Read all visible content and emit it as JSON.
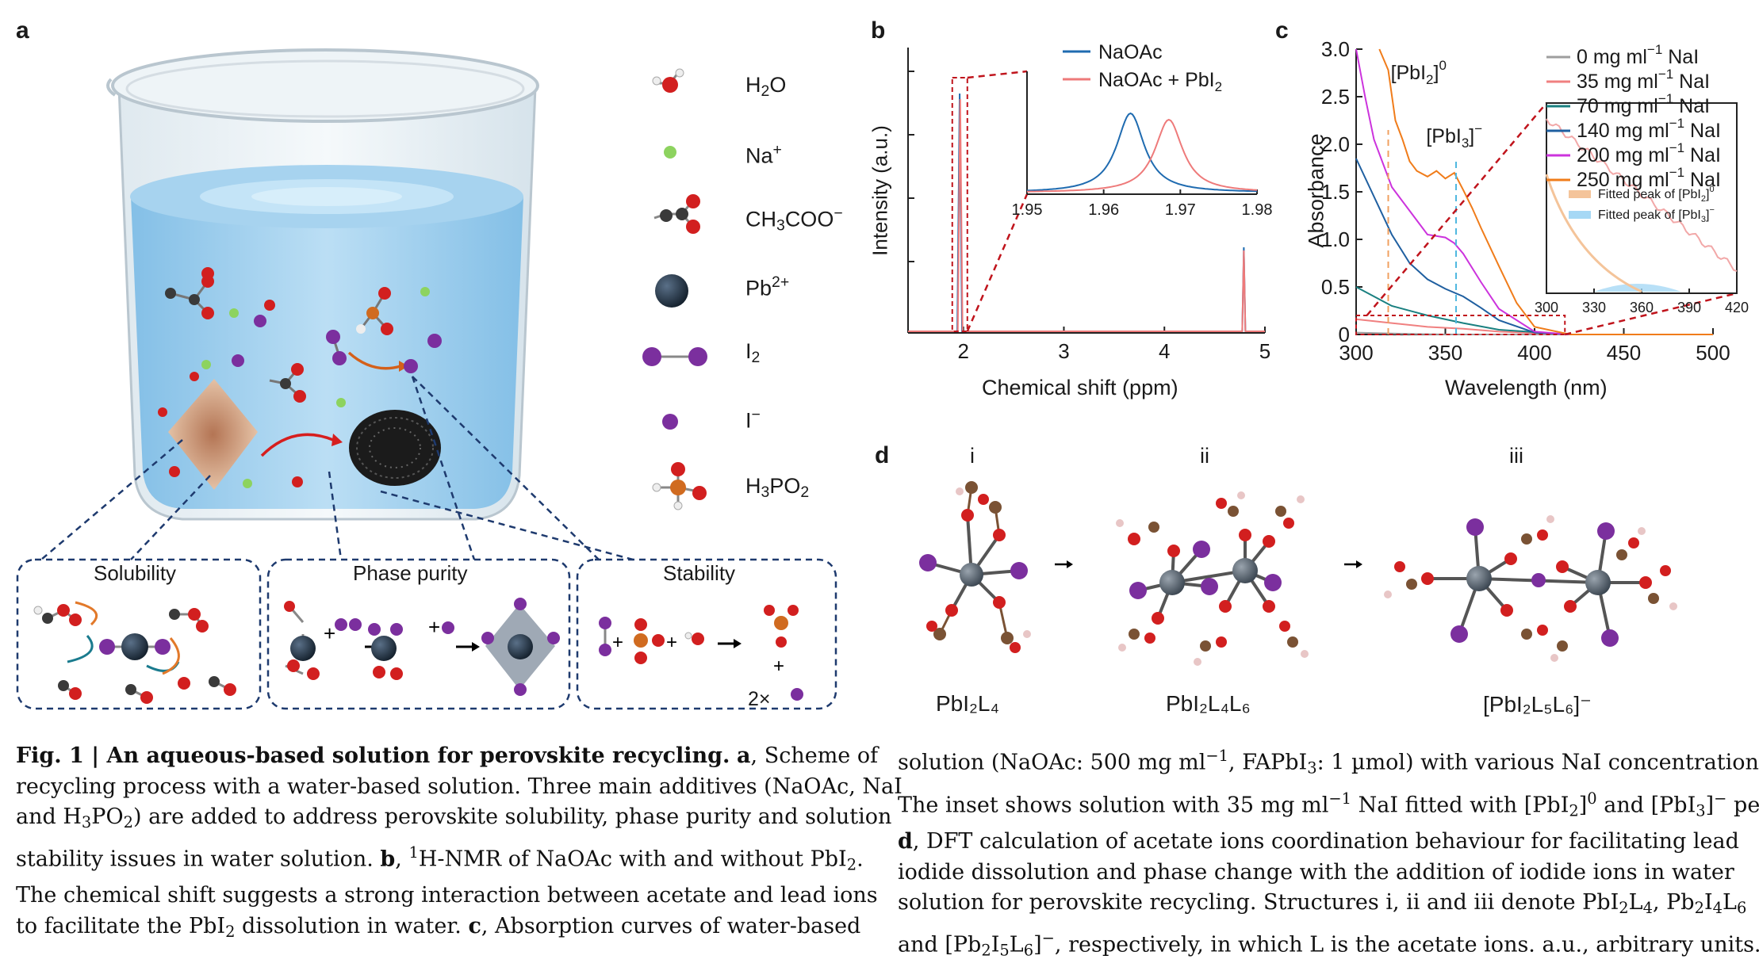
{
  "panels": {
    "a": "a",
    "b": "b",
    "c": "c",
    "d": "d"
  },
  "legend_a": [
    {
      "name": "water",
      "parts": [
        [
          "H",
          ""
        ],
        [
          "2",
          "sub"
        ],
        [
          "O",
          ""
        ]
      ]
    },
    {
      "name": "sodium-ion",
      "parts": [
        [
          "Na",
          ""
        ],
        [
          "+",
          "sup"
        ]
      ]
    },
    {
      "name": "acetate",
      "parts": [
        [
          "CH",
          ""
        ],
        [
          "3",
          "sub"
        ],
        [
          "COO",
          ""
        ],
        [
          "−",
          "sup"
        ]
      ]
    },
    {
      "name": "lead-ion",
      "parts": [
        [
          "Pb",
          ""
        ],
        [
          "2+",
          "sup"
        ]
      ]
    },
    {
      "name": "iodine",
      "parts": [
        [
          "I",
          ""
        ],
        [
          "2",
          "sub"
        ]
      ]
    },
    {
      "name": "iodide",
      "parts": [
        [
          "I",
          ""
        ],
        [
          "−",
          "sup"
        ]
      ]
    },
    {
      "name": "hypophosphorous-acid",
      "parts": [
        [
          "H",
          ""
        ],
        [
          "3",
          "sub"
        ],
        [
          "PO",
          ""
        ],
        [
          "2",
          "sub"
        ]
      ]
    }
  ],
  "boxes": {
    "solubility": "Solubility",
    "phase_purity": "Phase purity",
    "stability": "Stability"
  },
  "stability_mult": "2×",
  "chart_data": [
    {
      "panel": "b",
      "type": "line",
      "xlabel": "Chemical shift (ppm)",
      "ylabel": "Intensity (a.u.)",
      "xlim": [
        1.45,
        5.0
      ],
      "x_ticks": [
        2,
        3,
        4,
        5
      ],
      "series": [
        {
          "name": "NaOAc",
          "color": "#1f6bb0",
          "peaks": [
            1.9635,
            4.79
          ]
        },
        {
          "name": "NaOAc + PbI",
          "name_sub": "2",
          "color": "#ee7a7a",
          "peaks": [
            1.9685,
            4.79
          ]
        }
      ],
      "inset": {
        "xlim": [
          1.95,
          1.98
        ],
        "x_ticks": [
          "1.95",
          "1.96",
          "1.97",
          "1.98"
        ]
      }
    },
    {
      "panel": "c",
      "type": "line",
      "xlabel": "Wavelength (nm)",
      "ylabel": "Absorbance",
      "xlim": [
        300,
        500
      ],
      "ylim": [
        0,
        3.0
      ],
      "x_ticks": [
        300,
        350,
        400,
        450,
        500
      ],
      "y_ticks": [
        "0",
        "0.5",
        "1.0",
        "1.5",
        "2.0",
        "2.5",
        "3.0"
      ],
      "series": [
        {
          "name": "0 mg ml",
          "color": "#9e9e9e",
          "x": [
            300,
            320,
            350,
            400,
            500
          ],
          "y": [
            0.02,
            0.01,
            0.0,
            0.0,
            0.0
          ]
        },
        {
          "name": "35 mg ml",
          "color": "#f08080",
          "x": [
            300,
            320,
            340,
            360,
            380,
            420,
            500
          ],
          "y": [
            0.16,
            0.12,
            0.08,
            0.06,
            0.03,
            0.0,
            0.0
          ]
        },
        {
          "name": "70 mg ml",
          "color": "#1a8080",
          "x": [
            300,
            320,
            340,
            360,
            380,
            420,
            500
          ],
          "y": [
            0.5,
            0.3,
            0.2,
            0.12,
            0.05,
            0.0,
            0.0
          ]
        },
        {
          "name": "140 mg ml",
          "color": "#1f5fa0",
          "x": [
            300,
            310,
            320,
            330,
            340,
            350,
            360,
            370,
            380,
            400,
            420,
            500
          ],
          "y": [
            1.85,
            1.45,
            1.05,
            0.75,
            0.58,
            0.48,
            0.4,
            0.28,
            0.15,
            0.02,
            0.0,
            0.0
          ]
        },
        {
          "name": "200 mg ml",
          "color": "#cc33dd",
          "x": [
            300,
            305,
            310,
            320,
            330,
            340,
            350,
            355,
            360,
            370,
            380,
            400,
            420,
            500
          ],
          "y": [
            3.0,
            2.5,
            2.05,
            1.55,
            1.3,
            1.05,
            1.02,
            0.96,
            0.85,
            0.55,
            0.27,
            0.03,
            0.0,
            0.0
          ]
        },
        {
          "name": "250 mg ml",
          "color": "#f07c1a",
          "x": [
            313,
            318,
            322,
            326,
            330,
            334,
            340,
            345,
            350,
            355,
            360,
            365,
            370,
            380,
            390,
            400,
            420,
            500
          ],
          "y": [
            3.0,
            2.78,
            2.25,
            2.05,
            1.82,
            1.72,
            1.66,
            1.72,
            1.64,
            1.7,
            1.52,
            1.33,
            1.12,
            0.72,
            0.33,
            0.08,
            0.0,
            0.0
          ]
        }
      ],
      "legend_unit": "NaI",
      "annotations": [
        "[PbI",
        "[PbI"
      ],
      "inset": {
        "x_ticks": [
          300,
          330,
          360,
          390,
          420
        ],
        "legend": [
          "Fitted peak of [PbI",
          "Fitted peak of [PbI"
        ],
        "colors": [
          "#f4c49a",
          "#a6d8f5"
        ]
      }
    }
  ],
  "structures": [
    {
      "roman": "i",
      "label": "PbI₂L₄"
    },
    {
      "roman": "ii",
      "label": "PbI₂L₄L₆"
    },
    {
      "roman": "iii",
      "label": "[PbI₂L₅L₆]⁻"
    }
  ],
  "colors": {
    "lead": "#2f3c4a",
    "iodine": "#7b2f9e",
    "oxygen": "#d21f1f",
    "carbon": "#7a5234",
    "hydrogen": "#e8c6c6",
    "sodium": "#8dd35f",
    "phosphorus": "#d06b20",
    "water_fill": "#a9d3ee",
    "dashed_box": "#1e3a6e",
    "zoom_red": "#c0141c"
  }
}
